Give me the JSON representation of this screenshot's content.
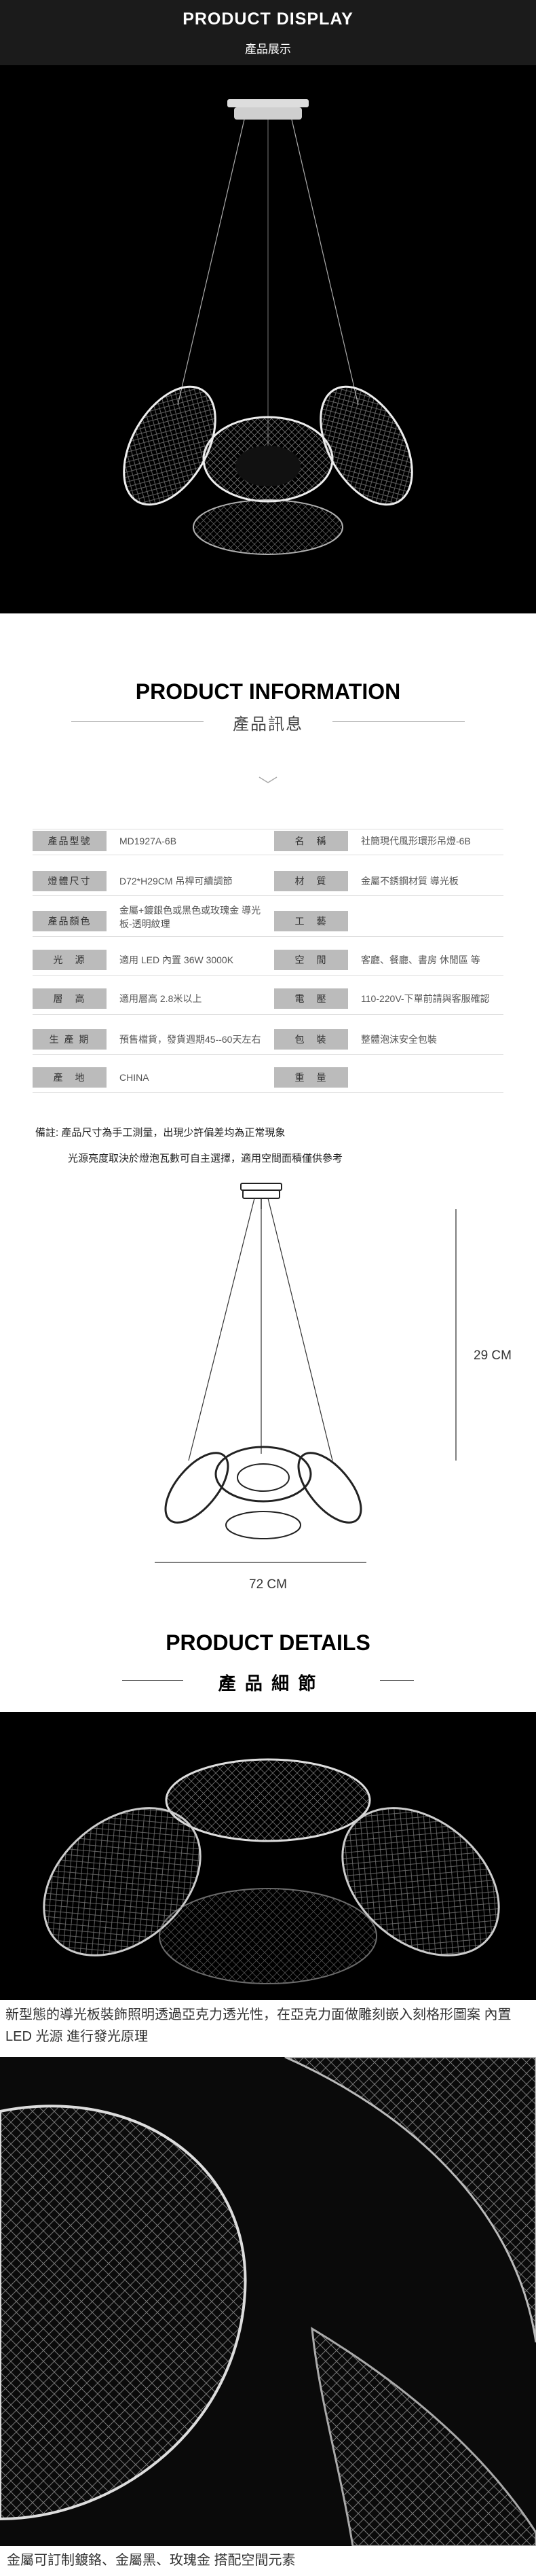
{
  "header": {
    "title": "PRODUCT DISPLAY",
    "subtitle": "產品展示"
  },
  "info": {
    "title": "PRODUCT INFORMATION",
    "subtitle": "產品訊息",
    "rows": [
      {
        "l_label": "產品型號",
        "l_value": "MD1927A-6B",
        "r_label": "名　稱",
        "r_value": "社簡現代風形環形吊燈-6B"
      },
      {
        "l_label": "燈體尺寸",
        "l_value": "D72*H29CM 吊桿可續調節",
        "r_label": "材　質",
        "r_value": "金屬不銹鋼材質 導光板"
      },
      {
        "l_label": "產品顏色",
        "l_value": "金屬+鍍銀色或黑色或玫瑰金 導光板-透明紋理",
        "r_label": "工　藝",
        "r_value": ""
      },
      {
        "l_label": "光　源",
        "l_value": "適用 LED 內置 36W 3000K",
        "r_label": "空　間",
        "r_value": "客廳、餐廳、書房 休閒區 等"
      },
      {
        "l_label": "層　高",
        "l_value": "適用層高 2.8米以上",
        "r_label": "電　壓",
        "r_value": "110-220V-下單前請與客服確認"
      },
      {
        "l_label": "生 產 期",
        "l_value": "預售檔貨，發貨週期45--60天左右",
        "r_label": "包　裝",
        "r_value": "整體泡沫安全包裝"
      },
      {
        "l_label": "產　地",
        "l_value": "CHINA",
        "r_label": "重　量",
        "r_value": ""
      }
    ],
    "note1": "備註: 產品尺寸為手工測量，出現少許偏差均為正常現象",
    "note2": "光源亮度取決於燈泡瓦數可自主選擇，適用空間面積僅供參考"
  },
  "dimensions": {
    "height": "29 CM",
    "width": "72 CM"
  },
  "details": {
    "title": "PRODUCT DETAILS",
    "subtitle": "產 品 細 節",
    "caption1": "新型態的導光板裝飾照明透過亞克力透光性，在亞克力面做雕刻嵌入刻格形圖案 內置 LED 光源 進行發光原理",
    "caption2": "金屬可訂制鍍鉻、金屬黑、玫瑰金 搭配空間元素"
  }
}
